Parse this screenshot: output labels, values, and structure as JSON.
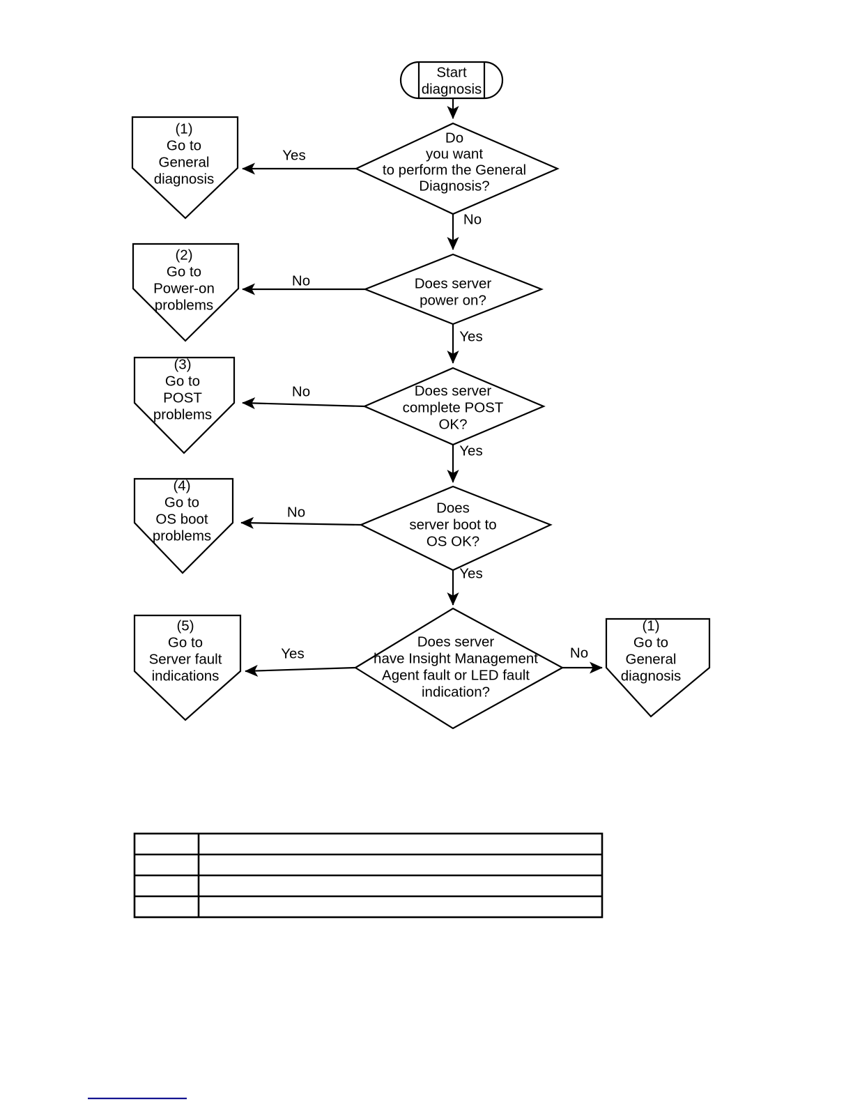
{
  "document": {
    "title": "Server diagnosis flowchart",
    "colors": {
      "stroke": "#000000",
      "fill": "#ffffff",
      "footer_rule": "#141491"
    }
  },
  "flowchart": {
    "type": "flowchart",
    "start": {
      "name": "start-diagnosis",
      "shape": "terminator",
      "lines": [
        "Start",
        "diagnosis"
      ]
    },
    "decisions": [
      {
        "id": "d1",
        "shape": "diamond",
        "lines": [
          "Do",
          "you want",
          "to perform the General",
          "Diagnosis?"
        ],
        "yes_label": "Yes",
        "no_label": "No"
      },
      {
        "id": "d2",
        "shape": "diamond",
        "lines": [
          "Does server",
          "power on?"
        ],
        "yes_label": "Yes",
        "no_label": "No"
      },
      {
        "id": "d3",
        "shape": "diamond",
        "lines": [
          "Does server",
          "complete POST",
          "OK?"
        ],
        "yes_label": "Yes",
        "no_label": "No"
      },
      {
        "id": "d4",
        "shape": "diamond",
        "lines": [
          "Does",
          "server boot to",
          "OS OK?"
        ],
        "yes_label": "Yes",
        "no_label": "No"
      },
      {
        "id": "d5",
        "shape": "diamond",
        "lines": [
          "Does server",
          "have Insight Management",
          "Agent fault or LED fault",
          "indication?"
        ],
        "yes_label": "Yes",
        "no_label": "No"
      }
    ],
    "gotos": [
      {
        "id": "g1",
        "shape": "pentagon-down",
        "number": "(1)",
        "lines": [
          "Go to",
          "General",
          "diagnosis"
        ]
      },
      {
        "id": "g2",
        "shape": "pentagon-down",
        "number": "(2)",
        "lines": [
          "Go to",
          "Power-on",
          "problems"
        ]
      },
      {
        "id": "g3",
        "shape": "pentagon-down",
        "number": "(3)",
        "lines": [
          "Go to",
          "POST",
          "problems"
        ]
      },
      {
        "id": "g4",
        "shape": "pentagon-down",
        "number": "(4)",
        "lines": [
          "Go to",
          "OS boot",
          "problems"
        ]
      },
      {
        "id": "g5",
        "shape": "pentagon-down",
        "number": "(5)",
        "lines": [
          "Go to",
          "Server fault",
          "indications"
        ]
      },
      {
        "id": "g6",
        "shape": "pentagon-down",
        "number": "(1)",
        "lines": [
          "Go to",
          "General",
          "diagnosis"
        ]
      }
    ],
    "edge_labels": {
      "d1_yes": "Yes",
      "d1_no": "No",
      "d2_no": "No",
      "d2_yes": "Yes",
      "d3_no": "No",
      "d3_yes": "Yes",
      "d4_no": "No",
      "d4_yes": "Yes",
      "d5_yes": "Yes",
      "d5_no": "No"
    }
  },
  "legend_table": {
    "columns": 2,
    "rows": [
      {
        "cells": [
          "",
          ""
        ]
      },
      {
        "cells": [
          "",
          ""
        ]
      },
      {
        "cells": [
          "",
          ""
        ]
      },
      {
        "cells": [
          "",
          ""
        ]
      }
    ]
  }
}
